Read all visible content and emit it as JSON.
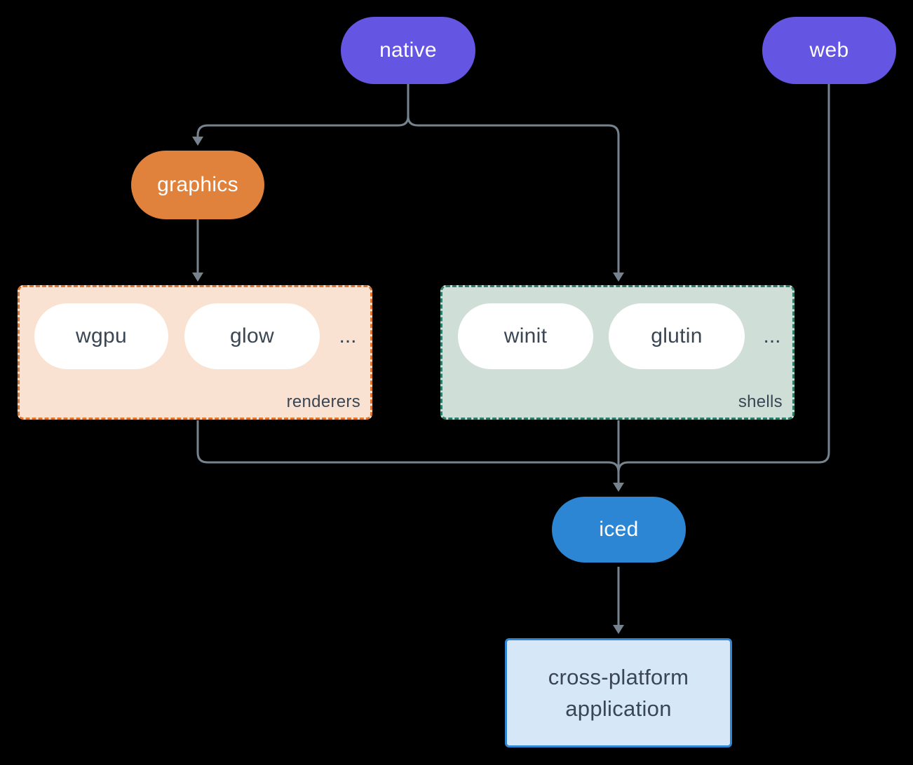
{
  "nodes": {
    "native": {
      "label": "native"
    },
    "web": {
      "label": "web"
    },
    "graphics": {
      "label": "graphics"
    },
    "iced": {
      "label": "iced"
    },
    "application": {
      "line1": "cross-platform",
      "line2": "application"
    }
  },
  "groups": {
    "renderers": {
      "label": "renderers",
      "items": [
        {
          "label": "wgpu"
        },
        {
          "label": "glow"
        }
      ],
      "ellipsis": "..."
    },
    "shells": {
      "label": "shells",
      "items": [
        {
          "label": "winit"
        },
        {
          "label": "glutin"
        }
      ],
      "ellipsis": "..."
    }
  },
  "colors": {
    "background": "#000000",
    "edge": "#76838F",
    "node_purple": "#6455E2",
    "node_orange": "#E0813C",
    "node_blue": "#2D86D3",
    "pill_white": "#FFFFFF",
    "renderers_bg": "#F9E2D1",
    "renderers_border": "#E0762E",
    "shells_bg": "#CFDFD8",
    "shells_border": "#2C7D6B",
    "app_bg": "#D6E7F7",
    "app_border": "#2E86D4",
    "text_dark": "#3A4653",
    "text_light": "#FFFFFF"
  }
}
